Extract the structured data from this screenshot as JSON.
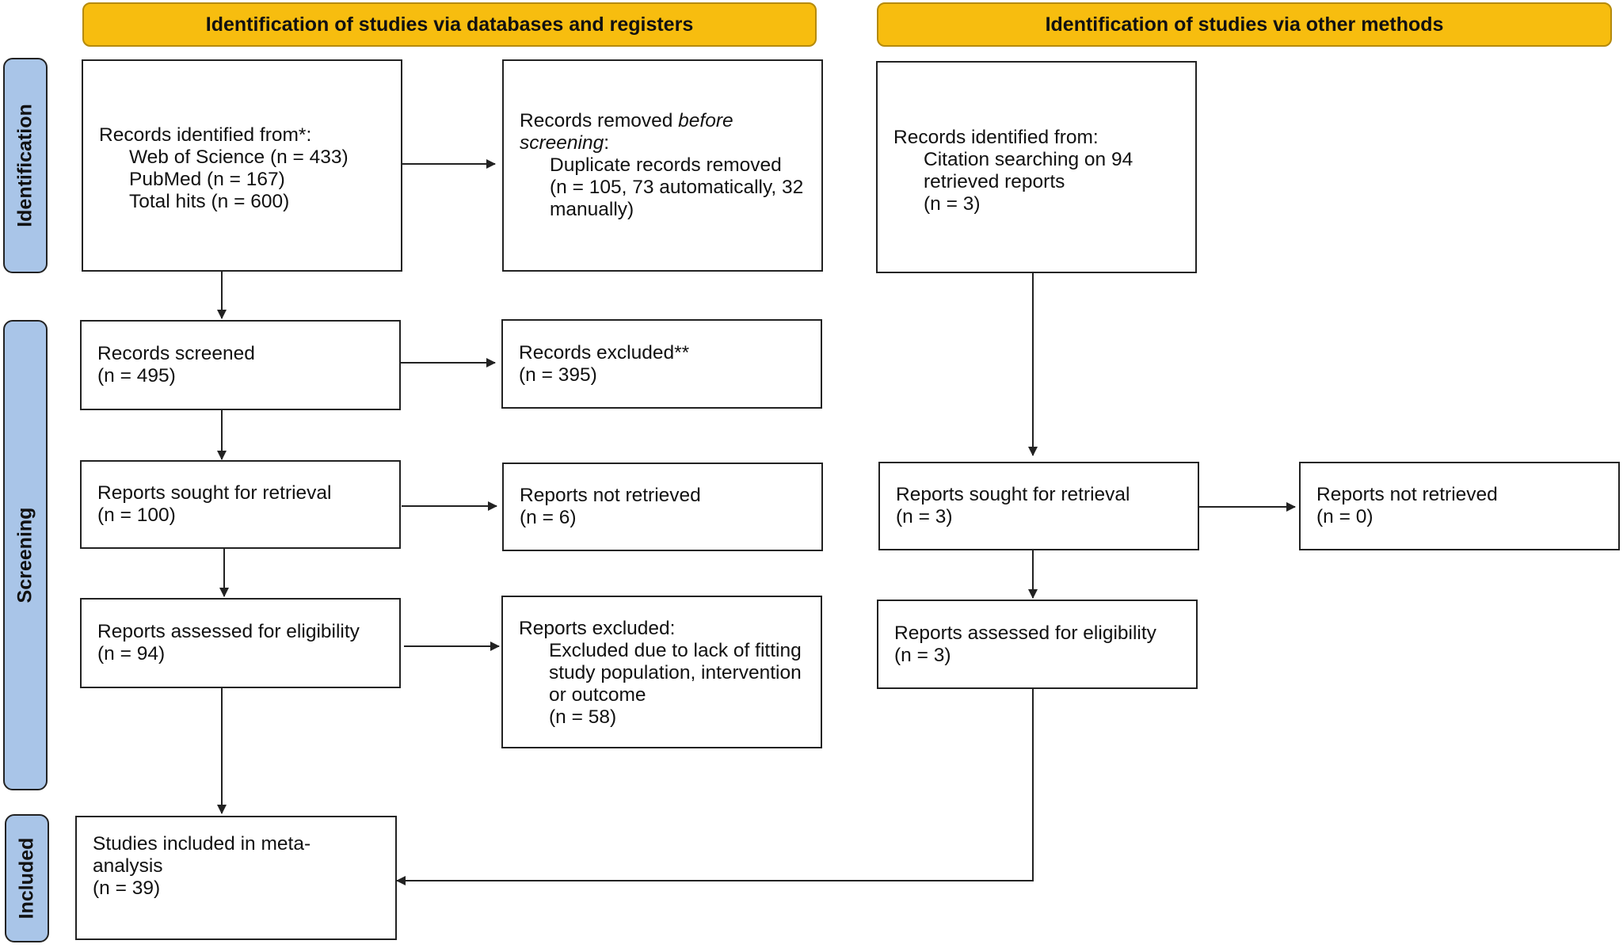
{
  "headers": {
    "databases": "Identification of studies via databases and registers",
    "other": "Identification of studies via other methods"
  },
  "phases": {
    "identification": "Identification",
    "screening": "Screening",
    "included": "Included"
  },
  "db": {
    "identified": {
      "line1": "Records identified from*:",
      "line2": "Web of Science (n = 433)",
      "line3": "PubMed (n = 167)",
      "line4": "Total hits (n = 600)"
    },
    "removed": {
      "line1_a": "Records removed ",
      "line1_b": "before",
      "line2_a": "screening",
      "line2_b": ":",
      "line3": "Duplicate records removed",
      "line4": "(n = 105, 73 automatically, 32",
      "line5": "manually)"
    },
    "screened": {
      "label": "Records screened",
      "count": "(n = 495)"
    },
    "excluded": {
      "label": "Records excluded**",
      "count": "(n = 395)"
    },
    "sought": {
      "label": "Reports sought for retrieval",
      "count": "(n = 100)"
    },
    "not_retrieved": {
      "label": "Reports not retrieved",
      "count": "(n = 6)"
    },
    "assessed": {
      "label": "Reports assessed for eligibility",
      "count": "(n = 94)"
    },
    "reports_excluded": {
      "line1": "Reports excluded:",
      "line2": "Excluded due to lack of fitting",
      "line3": "study population, intervention",
      "line4": "or outcome",
      "line5": "(n = 58)"
    },
    "included": {
      "line1": "Studies included in meta-",
      "line2": "analysis",
      "line3": "(n = 39)"
    }
  },
  "other": {
    "identified": {
      "line1": "Records identified from:",
      "line2": "Citation searching on 94",
      "line3": "retrieved reports",
      "line4": "(n = 3)"
    },
    "sought": {
      "label": "Reports sought for retrieval",
      "count": "(n = 3)"
    },
    "not_retrieved": {
      "label": "Reports not retrieved",
      "count": "(n = 0)"
    },
    "assessed": {
      "label": "Reports assessed for eligibility",
      "count": "(n = 3)"
    }
  },
  "colors": {
    "header_fill": "#F7BD0F",
    "phase_fill": "#A9C5E8",
    "line": "#222222"
  }
}
